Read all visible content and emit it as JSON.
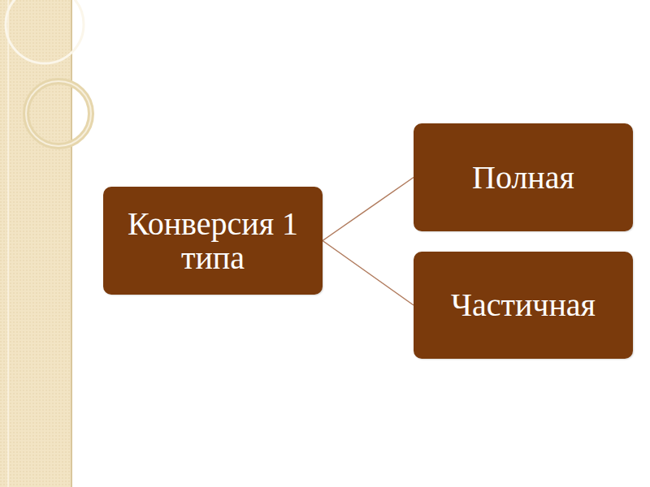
{
  "diagram": {
    "nodes": [
      {
        "text": [
          "Конверсия 1 типа"
        ]
      },
      {
        "text": [
          "Полная"
        ]
      },
      {
        "text": [
          "Частичная"
        ]
      }
    ],
    "edges": [
      {
        "from": 0,
        "to": 1,
        "arrow": "none"
      },
      {
        "from": 0,
        "to": 2,
        "arrow": "none"
      }
    ]
  }
}
